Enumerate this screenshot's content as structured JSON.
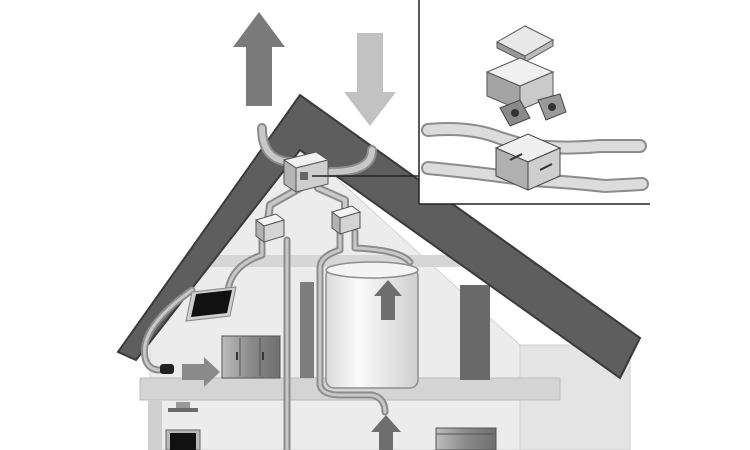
{
  "diagram": {
    "colors": {
      "background": "#ffffff",
      "roof": "#5e5e5e",
      "roof_edge": "#3a3a3a",
      "wall": "#ececec",
      "floor": "#d8d8d8",
      "exhaust_arrow": "#7a7a7a",
      "intake_arrow": "#c2c2c2",
      "room_arrow": "#8a8a8a",
      "duct": "#c8c8c8",
      "duct_outline": "#8c8c8c",
      "unit_box": "#dcdcdc",
      "tank": "#f4f4f4",
      "tank_outline": "#8e8e8e",
      "inset_border": "#222222"
    },
    "elements": [
      "exhaust-air-arrow",
      "intake-air-arrow",
      "roof",
      "ventilation-unit",
      "air-distribution-box-left",
      "air-distribution-box-right",
      "air-ducts",
      "hot-water-tank",
      "tank-upward-arrow",
      "tv-screen-icon",
      "kitchen-cabinet",
      "floor-vent-arrow",
      "heat-exchanger-inset"
    ]
  }
}
